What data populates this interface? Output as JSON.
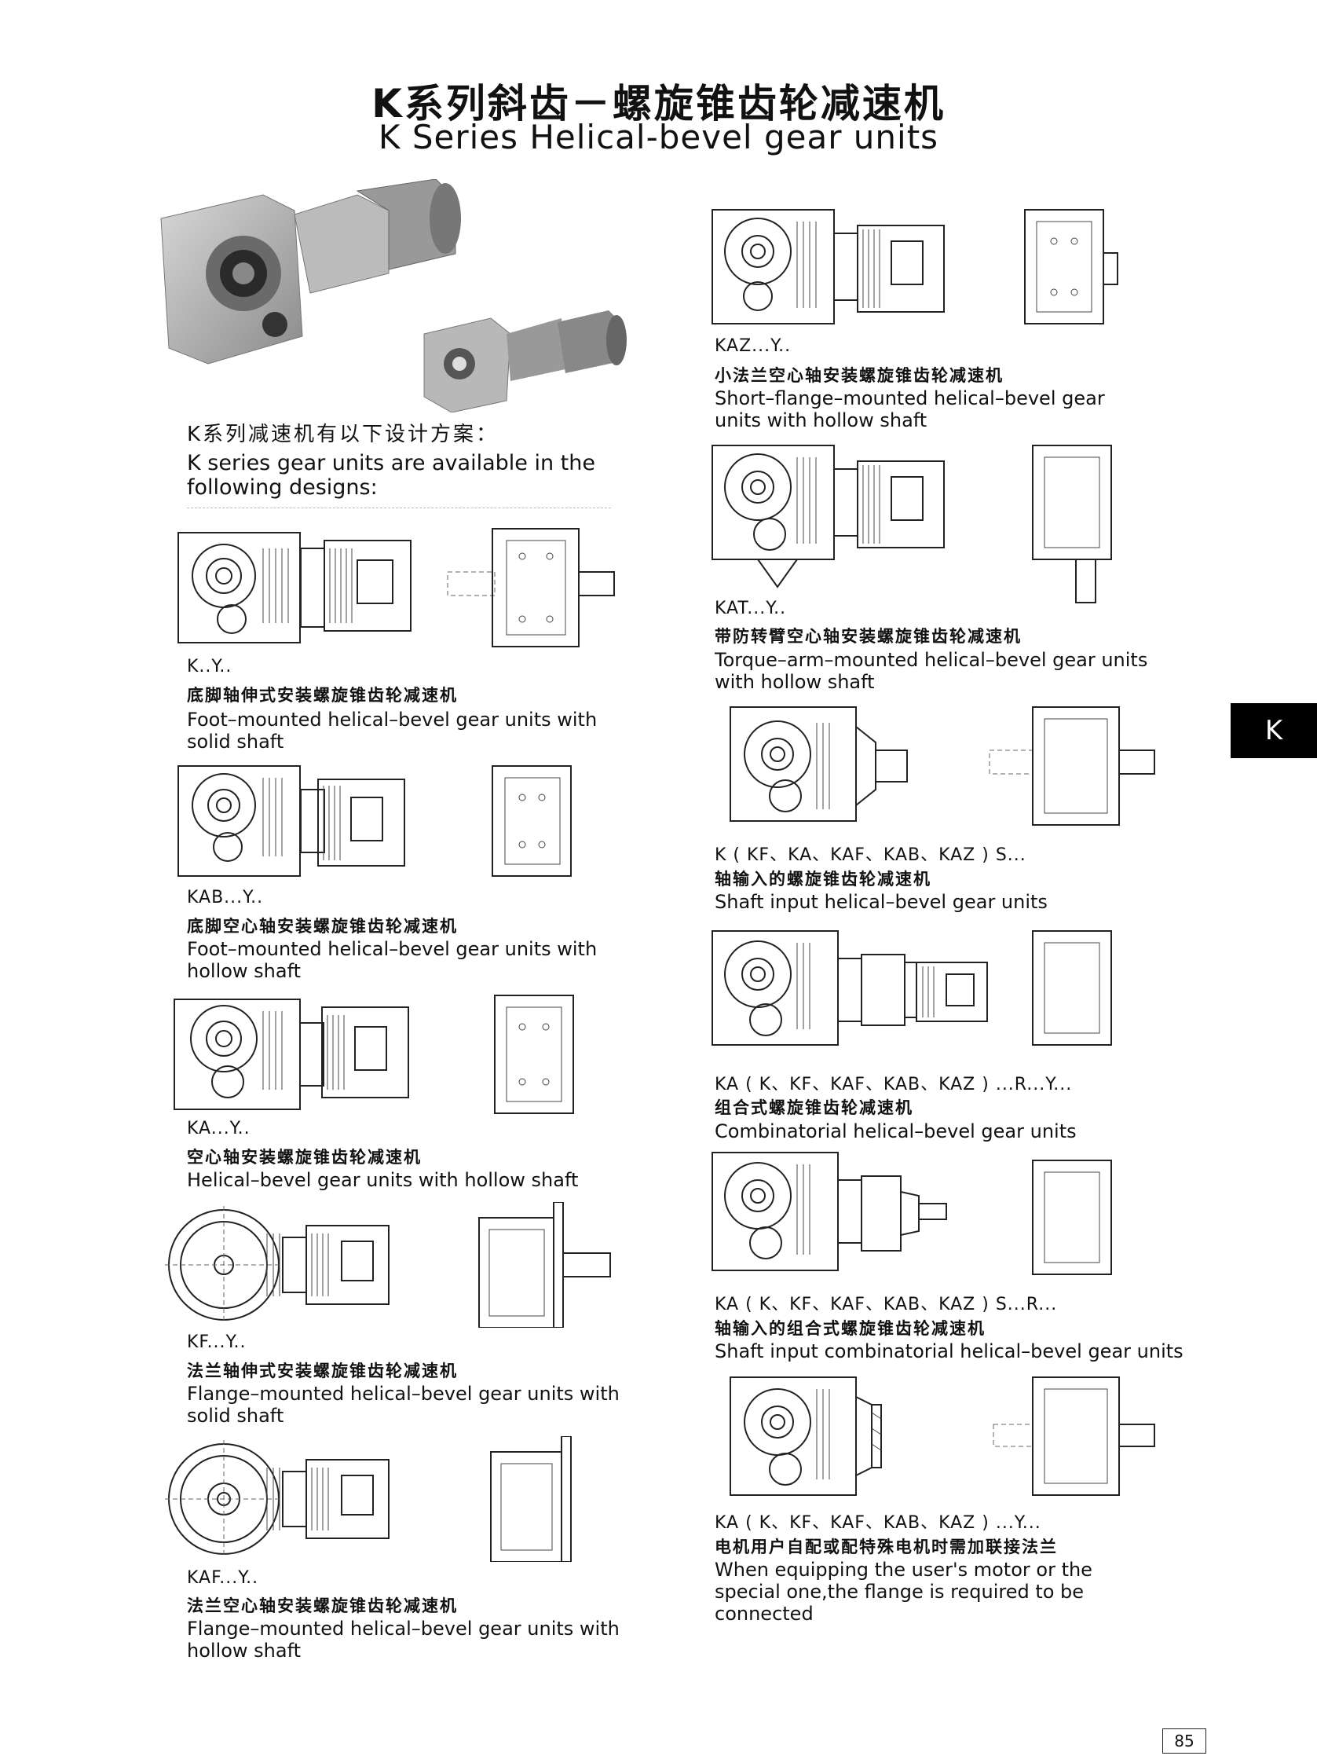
{
  "header": {
    "title_cn": "K系列斜齿－螺旋锥齿轮减速机",
    "title_en": "K Series Helical-bevel gear units"
  },
  "intro": {
    "cn": "K系列减速机有以下设计方案：",
    "en": "K series gear units are available in the following designs:"
  },
  "designs": [
    {
      "code": "K..Y..",
      "cn": "底脚轴伸式安装螺旋锥齿轮减速机",
      "en": "Foot–mounted helical–bevel gear units with solid shaft"
    },
    {
      "code": "KAB...Y..",
      "cn": "底脚空心轴安装螺旋锥齿轮减速机",
      "en": "Foot–mounted helical–bevel gear units with hollow shaft"
    },
    {
      "code": "KA...Y..",
      "cn": "空心轴安装螺旋锥齿轮减速机",
      "en": "Helical–bevel gear units with hollow shaft"
    },
    {
      "code": "KF...Y..",
      "cn": "法兰轴伸式安装螺旋锥齿轮减速机",
      "en": "Flange–mounted helical–bevel gear units with solid shaft"
    },
    {
      "code": "KAF...Y..",
      "cn": "法兰空心轴安装螺旋锥齿轮减速机",
      "en": "Flange–mounted helical–bevel gear units with hollow shaft"
    },
    {
      "code": "KAZ...Y..",
      "cn": "小法兰空心轴安装螺旋锥齿轮减速机",
      "en": "Short–flange–mounted helical–bevel gear units with hollow shaft"
    },
    {
      "code": "KAT...Y..",
      "cn": "带防转臂空心轴安装螺旋锥齿轮减速机",
      "en": "Torque–arm–mounted helical–bevel gear units with hollow shaft"
    },
    {
      "code": "K ( KF、KA、KAF、KAB、KAZ ) S...",
      "cn": "轴输入的螺旋锥齿轮减速机",
      "en": "Shaft input helical–bevel gear units"
    },
    {
      "code": "KA ( K、KF、KAF、KAB、KAZ ) ...R...Y...",
      "cn": "组合式螺旋锥齿轮减速机",
      "en": "Combinatorial helical–bevel gear units"
    },
    {
      "code": "KA ( K、KF、KAF、KAB、KAZ ) S...R...",
      "cn": "轴输入的组合式螺旋锥齿轮减速机",
      "en": "Shaft input combinatorial helical–bevel gear units"
    },
    {
      "code": "KA ( K、KF、KAF、KAB、KAZ ) ...Y...",
      "cn": "电机用户自配或配特殊电机时需加联接法兰",
      "en": "When equipping the user's motor or the special one,the flange is required to be connected"
    }
  ],
  "side_tab": "K",
  "page_number": "85"
}
